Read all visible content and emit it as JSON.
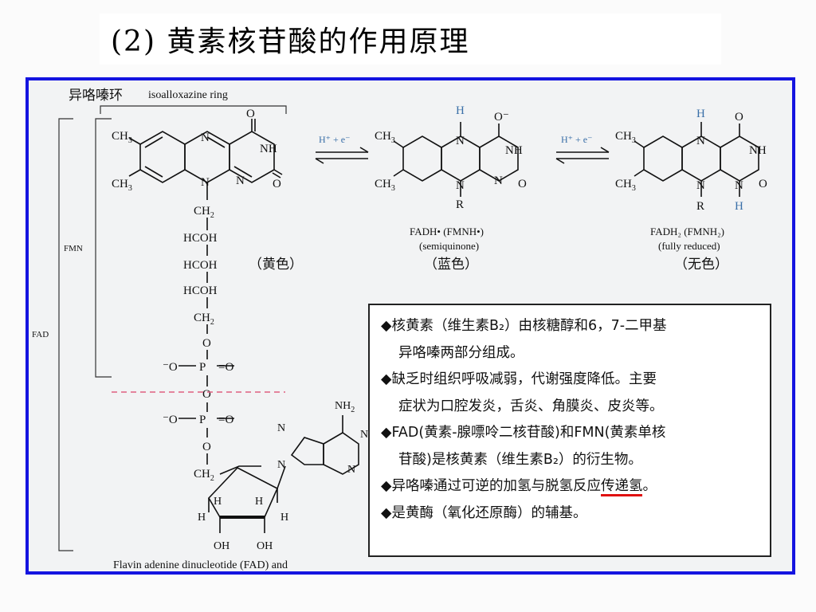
{
  "slide": {
    "title": "(2) 黄素核苷酸的作用原理"
  },
  "diagram": {
    "ring_label_cn": "异咯嗪环",
    "ring_label_en": "isoalloxazine ring",
    "fmn_label": "FMN",
    "fad_label": "FAD",
    "caption": "Flavin adenine dinucleotide (FAD) and",
    "arrow_label": "H⁺ + e⁻",
    "ox_color_label": "（黄色）",
    "semi_name": "FADH• (FMNH•)",
    "semi_desc": "(semiquinone)",
    "semi_color_label": "（蓝色）",
    "red_name": "FADH₂ (FMNH₂)",
    "red_desc": "(fully reduced)",
    "red_color_label": "（无色）"
  },
  "info": {
    "lines": [
      "◆核黄素（维生素B₂）由核糖醇和6，7-二甲基",
      "异咯嗪两部分组成。",
      "◆缺乏时组织呼吸减弱，代谢强度降低。主要",
      "症状为口腔发炎，舌炎、角膜炎、皮炎等。",
      "◆FAD(黄素-腺嘌呤二核苷酸)和FMN(黄素单核",
      "苷酸)是核黄素（维生素B₂）的衍生物。",
      "◆异咯嗪通过可逆的加氢与脱氢反应",
      "传递氢",
      "。",
      "◆是黄酶（氧化还原酶）的辅基。"
    ]
  }
}
